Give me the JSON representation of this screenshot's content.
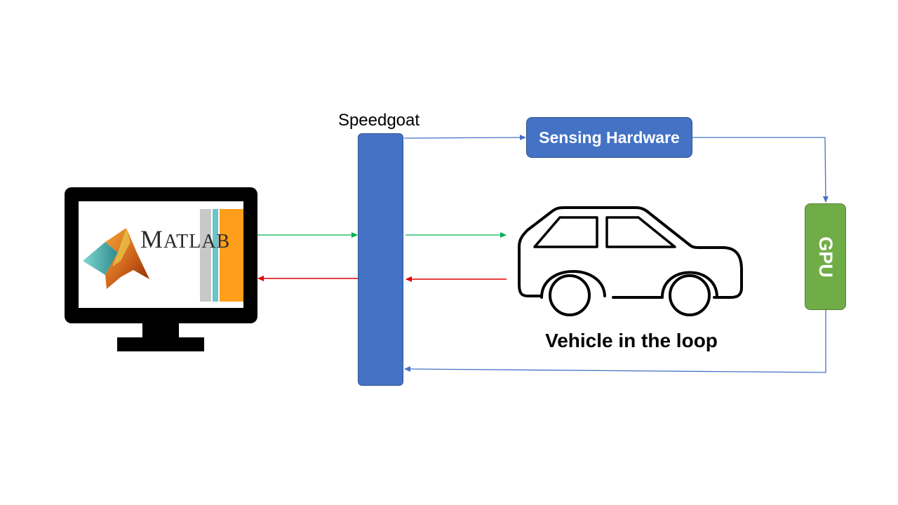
{
  "speedgoat": {
    "label": "Speedgoat"
  },
  "sensing": {
    "label": "Sensing Hardware"
  },
  "gpu": {
    "label": "GPU"
  },
  "vehicle": {
    "caption": "Vehicle in the loop"
  },
  "matlab": {
    "logo_text_first": "M",
    "logo_text_rest": "ATLAB"
  },
  "colors": {
    "blue": "#4472C4",
    "green_box": "#70AD47",
    "arrow_green": "#00B050",
    "arrow_red": "#E00000",
    "monitor": "#000000",
    "panel_gray": "#C8C8C8",
    "panel_teal": "#6CC3C8",
    "panel_orange": "#FF9E1B"
  },
  "icons": [
    "monitor-icon",
    "matlab-logo-icon",
    "car-icon"
  ]
}
